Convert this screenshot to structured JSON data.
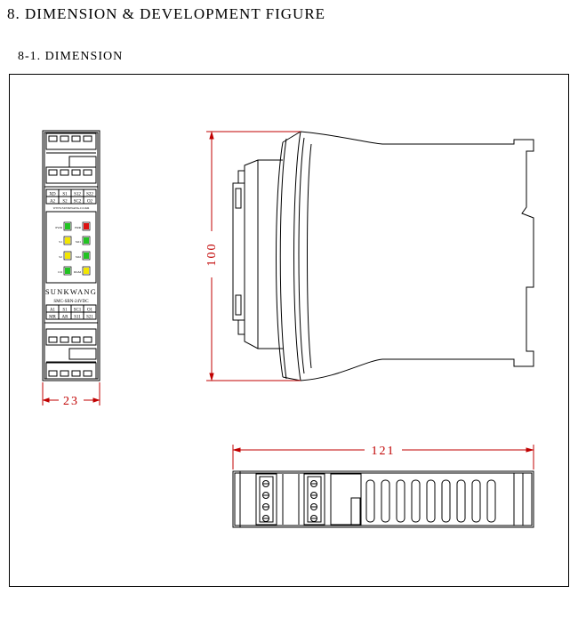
{
  "heading": "8. DIMENSION & DEVELOPMENT FIGURE",
  "subheading": "8-1. DIMENSION",
  "front_view": {
    "terminal_row_top_1": [
      "XD",
      "S1",
      "S12",
      "S22"
    ],
    "terminal_row_top_2": [
      "A2",
      "S2",
      "SC2",
      "O2"
    ],
    "website": "WWW.SUNKWANG.CO.KR",
    "leds": [
      {
        "left_label": "PWR",
        "left_color": "#22c322",
        "right_label": "ERR",
        "right_color": "#dd1111"
      },
      {
        "left_label": "S1",
        "left_color": "#f2e600",
        "right_label": "SO1",
        "right_color": "#22c322"
      },
      {
        "left_label": "S2",
        "left_color": "#f2e600",
        "right_label": "SO2",
        "right_color": "#22c322"
      },
      {
        "left_label": "CO",
        "left_color": "#22c322",
        "right_label": "DGM",
        "right_color": "#f2e600"
      }
    ],
    "brand": "SUNKWANG",
    "model": "SMC-SBN-24VDC",
    "terminal_row_bottom_1": [
      "A1",
      "S1",
      "SC1",
      "O1"
    ],
    "terminal_row_bottom_2": [
      "MR",
      "AR",
      "S11",
      "S21"
    ]
  },
  "dimensions": {
    "width": "23",
    "height": "100",
    "depth": "121"
  },
  "colors": {
    "dimension_line": "#c00000"
  }
}
